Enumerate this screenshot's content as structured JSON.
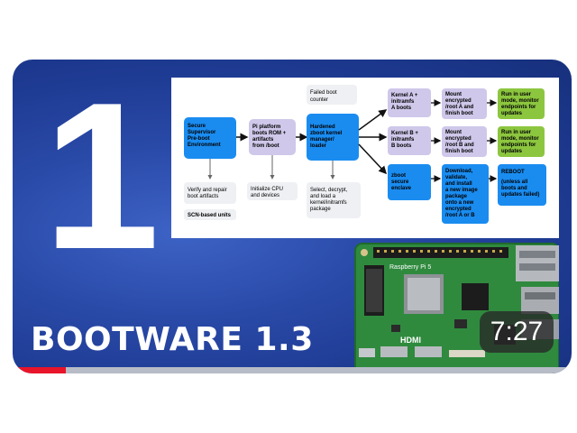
{
  "video": {
    "episode_number": "1",
    "title": "BOOTWARE 1.3",
    "duration": "7:27",
    "watched_fraction": 0.095,
    "progress_color": "#e8142a",
    "background_color": "#2a4aa8"
  },
  "diagram": {
    "secure_supervisor": [
      "Secure",
      "Supervisor",
      "Pre-boot",
      "Environment"
    ],
    "verify_repair": [
      "Verify and repair",
      "boot artifacts"
    ],
    "scn_label": "SCN-based units",
    "pi_platform": [
      "Pi platform",
      "boots ROM +",
      "artifacts",
      "from /boot"
    ],
    "init_cpu": [
      "Initialize CPU",
      "and devices"
    ],
    "failed_boot": [
      "Failed boot",
      "counter"
    ],
    "hardened_zboot": [
      "Hardened",
      "zboot kernel",
      "manager/",
      "loader"
    ],
    "select_decrypt": [
      "Select, decrypt,",
      "and load a",
      "kernel/initramfs",
      "package"
    ],
    "kernel_a": [
      "Kernel A +",
      "initramfs",
      "A boots"
    ],
    "mount_a": [
      "Mount",
      "encrypted",
      "/root A and",
      "finish boot"
    ],
    "run_a": [
      "Run in user",
      "mode, monitor",
      "endpoints for",
      "updates"
    ],
    "kernel_b": [
      "Kernel B +",
      "initramfs",
      "B boots"
    ],
    "mount_b": [
      "Mount",
      "encrypted",
      "/root B and",
      "finish boot"
    ],
    "run_b": [
      "Run in user",
      "mode, monitor",
      "endpoints for",
      "updates"
    ],
    "zboot_enclave": [
      "zboot",
      "secure",
      "enclave"
    ],
    "download_install": [
      "Download,",
      "validate,",
      "and install",
      "a new image",
      "package",
      "onto a new",
      "encrypted",
      "/root A or B"
    ],
    "reboot": [
      "REBOOT",
      "(unless all",
      "boots and",
      "updates failed)"
    ],
    "colors": {
      "blue": "#1a8cf0",
      "lavender": "#cfc8ea",
      "green": "#8cc63f",
      "light": "#eef0f3"
    }
  },
  "board": {
    "label": "Raspberry Pi 5",
    "hdmi_label": "HDMI"
  }
}
